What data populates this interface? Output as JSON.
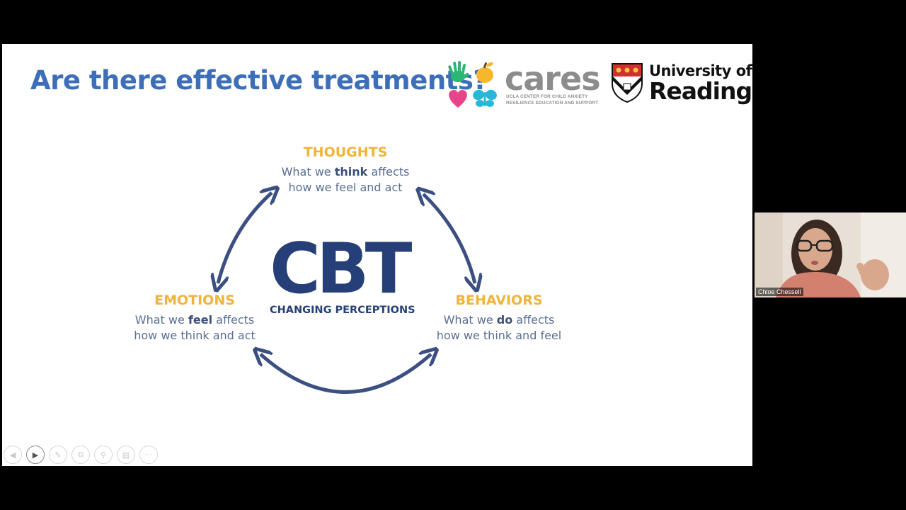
{
  "slide": {
    "title": "Are there effective treatments?",
    "logos": {
      "cares": {
        "word": "cares",
        "subtitle_line1": "UCLA CENTER FOR CHILD ANXIETY",
        "subtitle_line2": "RESILIENCE EDUCATION AND SUPPORT"
      },
      "reading": {
        "line1": "University of",
        "line2": "Reading"
      }
    },
    "diagram": {
      "center_title": "CBT",
      "center_subtitle": "CHANGING PERCEPTIONS",
      "thoughts": {
        "heading": "THOUGHTS",
        "line1_pre": "What we ",
        "line1_bold": "think",
        "line1_post": " affects",
        "line2": "how we feel and act"
      },
      "emotions": {
        "heading": "EMOTIONS",
        "line1_pre": "What we ",
        "line1_bold": "feel",
        "line1_post": " affects",
        "line2": "how we think and act"
      },
      "behaviors": {
        "heading": "BEHAVIORS",
        "line1_pre": "What we ",
        "line1_bold": "do",
        "line1_post": " affects",
        "line2": "how we think and feel"
      }
    }
  },
  "toolbar": {
    "icons": [
      "previous-icon",
      "play-icon",
      "pen-icon",
      "copy-icon",
      "zoom-icon",
      "subtitles-icon",
      "more-icon"
    ]
  },
  "webcam": {
    "participant_name": "Chloe Chessell"
  },
  "colors": {
    "title_blue": "#3d6fb8",
    "heading_gold": "#f0b43a",
    "cbt_navy": "#263f78",
    "arrow_navy": "#3b4f82"
  }
}
